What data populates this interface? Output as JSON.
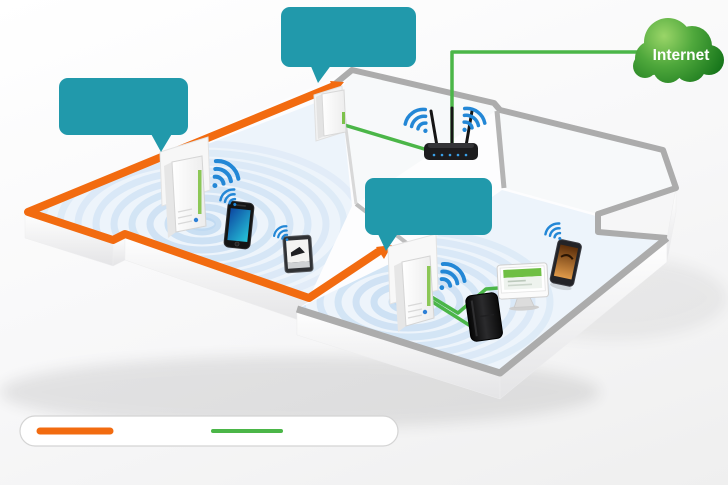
{
  "diagram": {
    "type": "isometric-home-network-diagram",
    "internet_label": "Internet",
    "callouts": [
      {
        "id": "callout-left-room",
        "text": ""
      },
      {
        "id": "callout-powerline-adapter",
        "text": ""
      },
      {
        "id": "callout-bottom-room",
        "text": ""
      }
    ],
    "devices": [
      "internet-cloud",
      "wireless-router",
      "powerline-adapter",
      "powerline-wifi-extender-left",
      "powerline-wifi-extender-bottom",
      "iphone",
      "tablet",
      "android-phone",
      "desktop-computer",
      "game-console"
    ]
  },
  "colors": {
    "powerline_orange": "#F26B10",
    "ethernet_green": "#4BB648",
    "callout_teal": "#2199AB",
    "wifi_blue": "#2387D6",
    "wall_gray": "#ACACAC",
    "ripple_blue": "#A6C9EC",
    "cloud_green_dark": "#15741A",
    "cloud_green_light": "#9AD568"
  },
  "legend": {
    "items": [
      {
        "id": "powerline-link",
        "label": "",
        "color": "#F26B10"
      },
      {
        "id": "ethernet-link",
        "label": "",
        "color": "#4BB648"
      }
    ]
  }
}
